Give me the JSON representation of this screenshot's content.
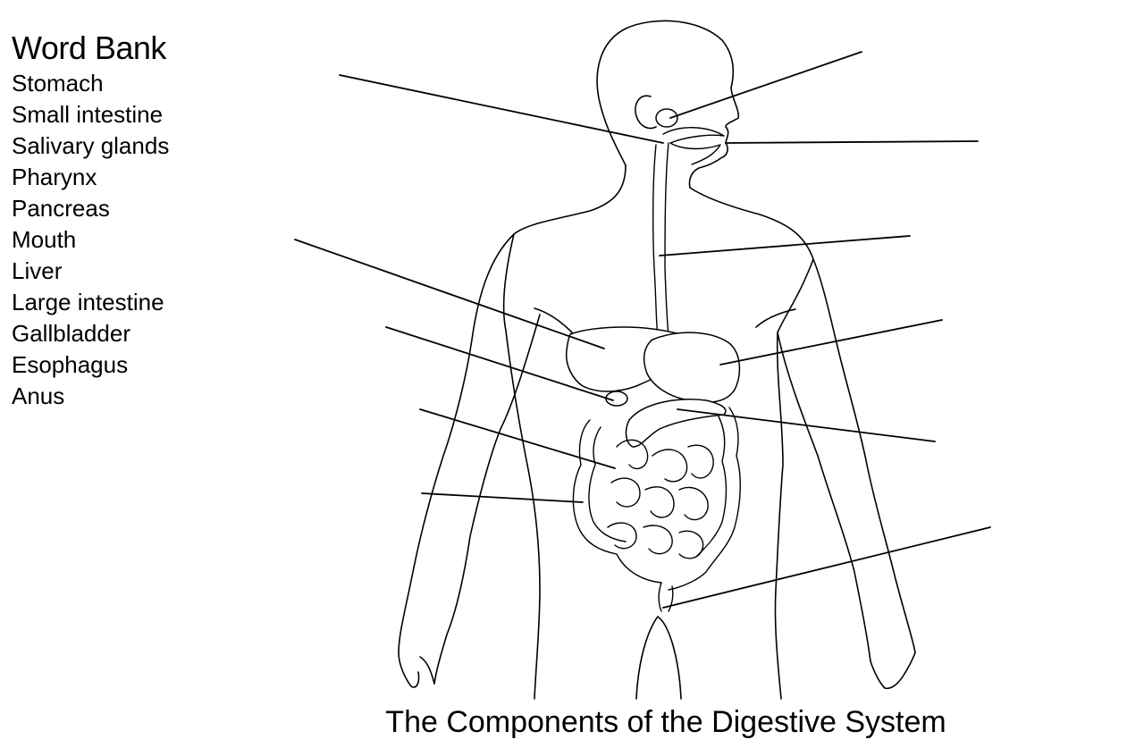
{
  "word_bank": {
    "title": "Word Bank",
    "items": [
      "Stomach",
      "Small intestine",
      "Salivary glands",
      "Pharynx",
      "Pancreas",
      "Mouth",
      "Liver",
      "Large intestine",
      "Gallbladder",
      "Esophagus",
      "Anus"
    ]
  },
  "caption": "The Components of the Digestive System",
  "label_lines": [
    {
      "name": "pharynx-leader"
    },
    {
      "name": "salivary-gland-leader"
    },
    {
      "name": "mouth-leader"
    },
    {
      "name": "esophagus-leader"
    },
    {
      "name": "liver-leader"
    },
    {
      "name": "stomach-leader"
    },
    {
      "name": "gallbladder-leader"
    },
    {
      "name": "pancreas-leader"
    },
    {
      "name": "small-intestine-leader"
    },
    {
      "name": "large-intestine-leader"
    },
    {
      "name": "anus-leader"
    }
  ]
}
